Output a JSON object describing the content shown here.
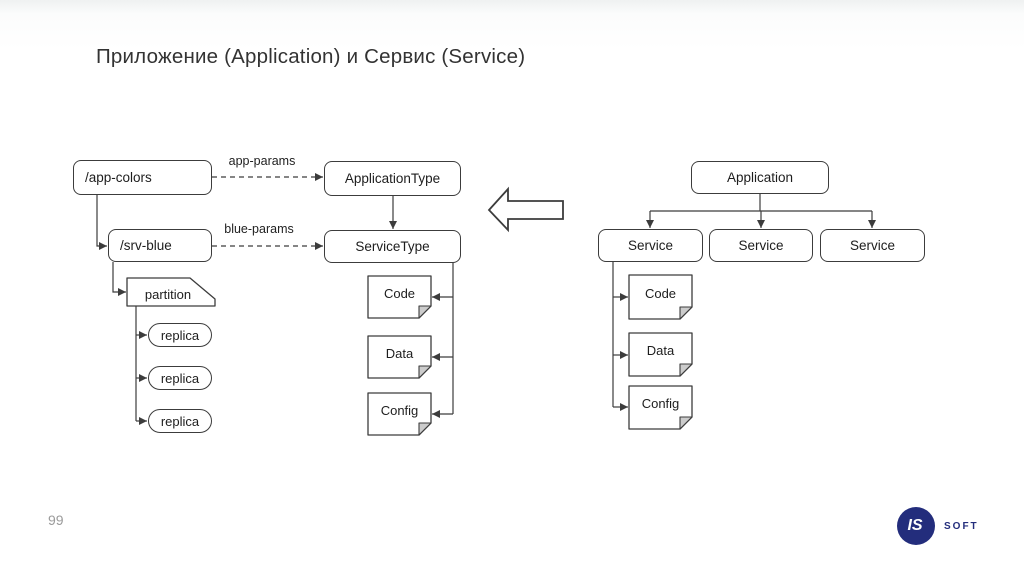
{
  "slide": {
    "title": "Приложение (Application) и Сервис (Service)",
    "page_number": "99"
  },
  "logo": {
    "monogram": "IS",
    "brand": "SOFT",
    "navy": "#232d7c"
  },
  "colors": {
    "line": "#3c3c3c",
    "node_fill": "#ffffff",
    "fold_fill": "#cccccc"
  },
  "zk_tree": {
    "app_colors": "/app-colors",
    "srv_blue": "/srv-blue",
    "partition": "partition",
    "replicas": [
      "replica",
      "replica",
      "replica"
    ]
  },
  "edge_labels": {
    "app_params": "app-params",
    "blue_params": "blue-params"
  },
  "type_tree": {
    "application_type": "ApplicationType",
    "service_type": "ServiceType",
    "docs": [
      "Code",
      "Data",
      "Config"
    ]
  },
  "instance_tree": {
    "application": "Application",
    "services": [
      "Service",
      "Service",
      "Service"
    ],
    "docs": [
      "Code",
      "Data",
      "Config"
    ]
  }
}
